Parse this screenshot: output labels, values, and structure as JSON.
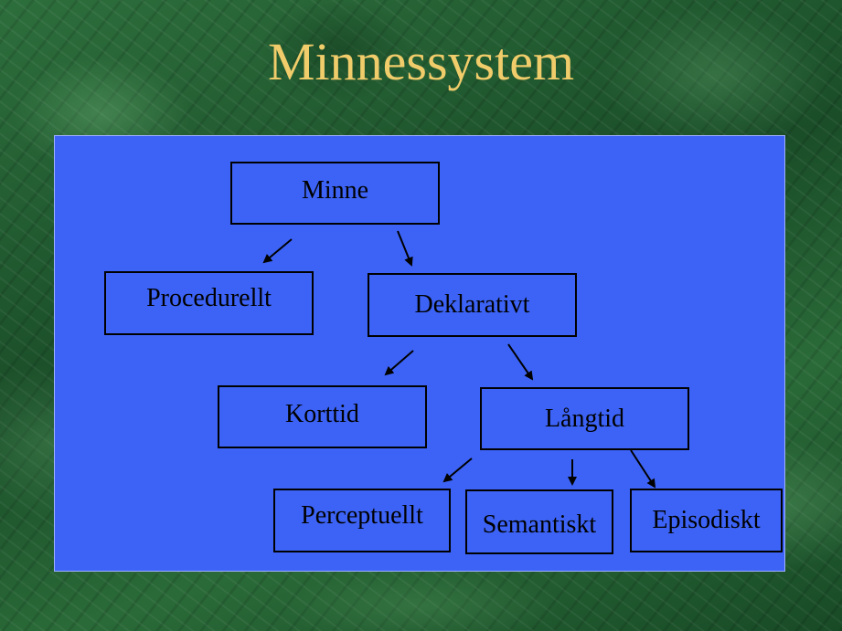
{
  "title": "Minnessystem",
  "diagram": {
    "nodes": {
      "minne": "Minne",
      "procedurellt": "Procedurellt",
      "deklarativt": "Deklarativt",
      "korttid": "Korttid",
      "langtid": "Långtid",
      "perceptuellt": "Perceptuellt",
      "semantiskt": "Semantiskt",
      "episodiskt": "Episodiskt"
    },
    "edges": [
      [
        "minne",
        "procedurellt"
      ],
      [
        "minne",
        "deklarativt"
      ],
      [
        "deklarativt",
        "korttid"
      ],
      [
        "deklarativt",
        "langtid"
      ],
      [
        "langtid",
        "perceptuellt"
      ],
      [
        "langtid",
        "semantiskt"
      ],
      [
        "langtid",
        "episodiskt"
      ]
    ]
  }
}
